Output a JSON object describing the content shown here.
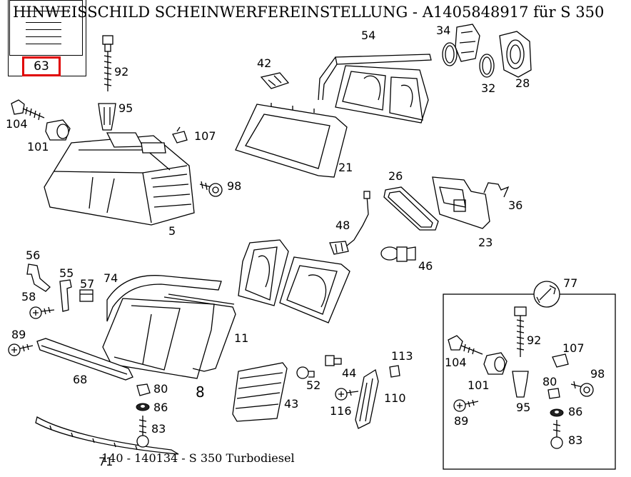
{
  "title": "HINWEISSCHILD SCHEINWERFEREINSTELLUNG - A1405848917 für S 350",
  "footer": "140 - 140134 - S 350 Turbodiesel",
  "highlight_color": "#e00000",
  "selected_part": "63",
  "callouts": {
    "c92": "92",
    "c95": "95",
    "c104": "104",
    "c101": "101",
    "c5": "5",
    "c107": "107",
    "c98": "98",
    "c42": "42",
    "c54": "54",
    "c34": "34",
    "c32": "32",
    "c28": "28",
    "c21": "21",
    "c26": "26",
    "c36": "36",
    "c23": "23",
    "c48": "48",
    "c46": "46",
    "c56": "56",
    "c55": "55",
    "c57": "57",
    "c74": "74",
    "c58": "58",
    "c89": "89",
    "c68": "68",
    "c11": "11",
    "c8": "8",
    "c80": "80",
    "c86": "86",
    "c83": "83",
    "c71": "71",
    "c43": "43",
    "c52": "52",
    "c44": "44",
    "c113": "113",
    "c116": "116",
    "c110": "110",
    "c77": "77",
    "inset_92": "92",
    "inset_104": "104",
    "inset_107": "107",
    "inset_101": "101",
    "inset_98": "98",
    "inset_80": "80",
    "inset_95": "95",
    "inset_89": "89",
    "inset_86": "86",
    "inset_83": "83"
  },
  "icons": {
    "service_tool": "wrench-icon"
  }
}
